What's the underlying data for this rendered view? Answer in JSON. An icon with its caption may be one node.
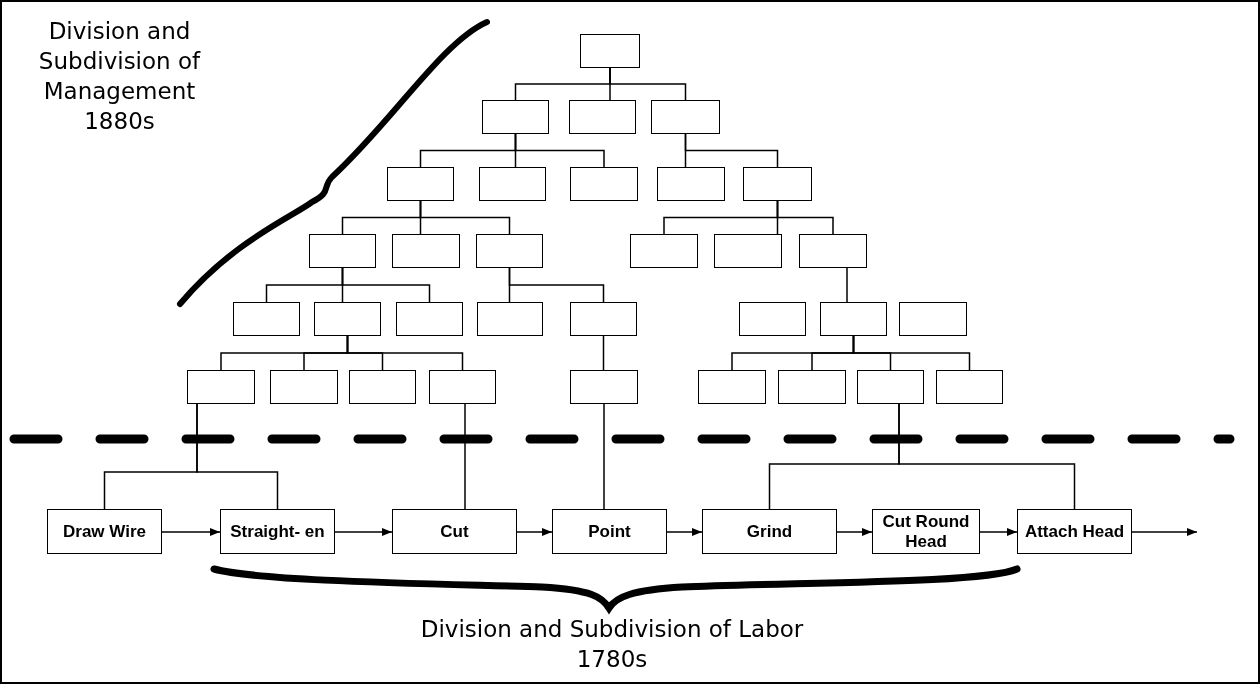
{
  "diagram": {
    "nodes": [
      {
        "text": [],
        "shape": "box"
      },
      {
        "text": [],
        "shape": "box"
      },
      {
        "text": [],
        "shape": "box"
      },
      {
        "text": [],
        "shape": "box"
      },
      {
        "text": [],
        "shape": "box"
      },
      {
        "text": [],
        "shape": "box"
      },
      {
        "text": [],
        "shape": "box"
      },
      {
        "text": [],
        "shape": "box"
      },
      {
        "text": [],
        "shape": "box"
      },
      {
        "text": [],
        "shape": "box"
      },
      {
        "text": [],
        "shape": "box"
      },
      {
        "text": [],
        "shape": "box"
      },
      {
        "text": [],
        "shape": "box"
      },
      {
        "text": [],
        "shape": "box"
      },
      {
        "text": [],
        "shape": "box"
      },
      {
        "text": [],
        "shape": "box"
      },
      {
        "text": [],
        "shape": "box"
      },
      {
        "text": [],
        "shape": "box"
      },
      {
        "text": [],
        "shape": "box"
      },
      {
        "text": [],
        "shape": "box"
      },
      {
        "text": [],
        "shape": "box"
      },
      {
        "text": [],
        "shape": "box"
      },
      {
        "text": [],
        "shape": "box"
      },
      {
        "text": [],
        "shape": "box"
      },
      {
        "text": [],
        "shape": "box"
      },
      {
        "text": [],
        "shape": "box"
      },
      {
        "text": [],
        "shape": "box"
      },
      {
        "text": [],
        "shape": "box"
      },
      {
        "text": [],
        "shape": "box"
      },
      {
        "text": [],
        "shape": "box"
      },
      {
        "text": [],
        "shape": "box"
      },
      {
        "text": [],
        "shape": "box"
      },
      {
        "text": [
          "Draw Wire"
        ]
      },
      {
        "text": [
          "Straight- en"
        ]
      },
      {
        "text": [
          "Cut"
        ]
      },
      {
        "text": [
          "Point"
        ]
      },
      {
        "text": [
          "Grind"
        ]
      },
      {
        "text": [
          "Cut Round Head"
        ]
      },
      {
        "text": [
          "Attach Head"
        ]
      }
    ],
    "edges": [
      {
        "from": 0,
        "to": 1,
        "arrow": "none"
      },
      {
        "from": 0,
        "to": 2,
        "arrow": "none"
      },
      {
        "from": 0,
        "to": 3,
        "arrow": "none"
      },
      {
        "from": 1,
        "to": 4,
        "arrow": "none"
      },
      {
        "from": 1,
        "to": 5,
        "arrow": "none"
      },
      {
        "from": 1,
        "to": 6,
        "arrow": "none"
      },
      {
        "from": 3,
        "to": 7,
        "arrow": "none"
      },
      {
        "from": 3,
        "to": 8,
        "arrow": "none"
      },
      {
        "from": 4,
        "to": 9,
        "arrow": "none"
      },
      {
        "from": 4,
        "to": 10,
        "arrow": "none"
      },
      {
        "from": 4,
        "to": 11,
        "arrow": "none"
      },
      {
        "from": 8,
        "to": 12,
        "arrow": "none"
      },
      {
        "from": 8,
        "to": 13,
        "arrow": "none"
      },
      {
        "from": 8,
        "to": 14,
        "arrow": "none"
      },
      {
        "from": 9,
        "to": 15,
        "arrow": "none"
      },
      {
        "from": 9,
        "to": 16,
        "arrow": "none"
      },
      {
        "from": 9,
        "to": 17,
        "arrow": "none"
      },
      {
        "from": 11,
        "to": 18,
        "arrow": "none"
      },
      {
        "from": 11,
        "to": 19,
        "arrow": "none"
      },
      {
        "from": 14,
        "to": 21,
        "arrow": "none"
      },
      {
        "from": 16,
        "to": 23,
        "arrow": "none"
      },
      {
        "from": 16,
        "to": 24,
        "arrow": "none"
      },
      {
        "from": 16,
        "to": 25,
        "arrow": "none"
      },
      {
        "from": 16,
        "to": 26,
        "arrow": "none"
      },
      {
        "from": 19,
        "to": 27,
        "arrow": "none"
      },
      {
        "from": 21,
        "to": 28,
        "arrow": "none"
      },
      {
        "from": 21,
        "to": 29,
        "arrow": "none"
      },
      {
        "from": 21,
        "to": 30,
        "arrow": "none"
      },
      {
        "from": 21,
        "to": 31,
        "arrow": "none"
      },
      {
        "from": 23,
        "to": 32,
        "arrow": "none"
      },
      {
        "from": 23,
        "to": 33,
        "arrow": "none"
      },
      {
        "from": 26,
        "to": 34,
        "arrow": "none"
      },
      {
        "from": 27,
        "to": 35,
        "arrow": "none"
      },
      {
        "from": 30,
        "to": 36,
        "arrow": "none"
      },
      {
        "from": 30,
        "to": 38,
        "arrow": "none"
      },
      {
        "from": 32,
        "to": 33,
        "arrow": "to"
      },
      {
        "from": 33,
        "to": 34,
        "arrow": "to"
      },
      {
        "from": 34,
        "to": 35,
        "arrow": "to"
      },
      {
        "from": 35,
        "to": 36,
        "arrow": "to"
      },
      {
        "from": 36,
        "to": 37,
        "arrow": "to"
      },
      {
        "from": 37,
        "to": 38,
        "arrow": "to"
      },
      {
        "from": 38,
        "to": null,
        "arrow": "to"
      }
    ],
    "labels": [
      "Division and Subdivision of Management 1880s",
      "Division and Subdivision of Labor 1780s"
    ]
  }
}
